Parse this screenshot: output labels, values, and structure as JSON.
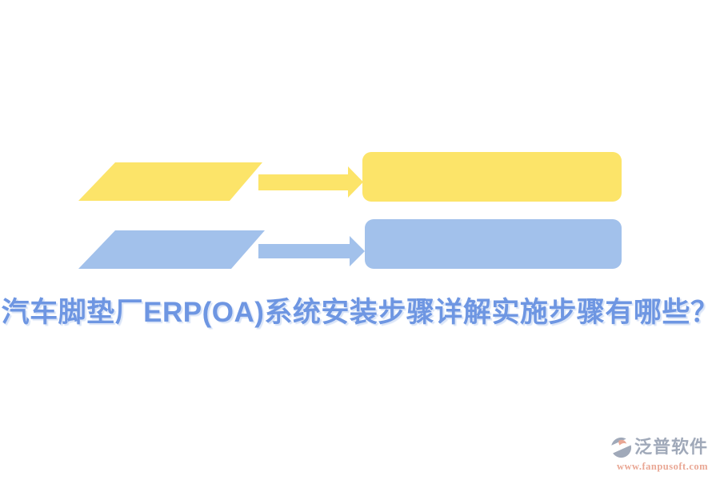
{
  "title": {
    "text": "汽车脚垫厂ERP(OA)系统安装步骤详解实施步骤有哪些？",
    "color": "#6e96e2"
  },
  "diagram": {
    "type": "flowchart",
    "rows": [
      {
        "name": "step-row-1",
        "color": "#fce469",
        "shapes": [
          "parallelogram",
          "arrow-right",
          "rounded-rectangle"
        ],
        "label": ""
      },
      {
        "name": "step-row-2",
        "color": "#a2c1eb",
        "shapes": [
          "parallelogram",
          "arrow-right",
          "rounded-rectangle"
        ],
        "label": ""
      }
    ]
  },
  "colors": {
    "yellow": "#fce469",
    "blue": "#a2c1eb",
    "title_blue": "#6e96e2",
    "watermark_gray": "#98a2b4",
    "watermark_salmon": "#e8a08c"
  },
  "watermark": {
    "brand": "泛普软件",
    "url": "www.fanpusoft.com"
  }
}
